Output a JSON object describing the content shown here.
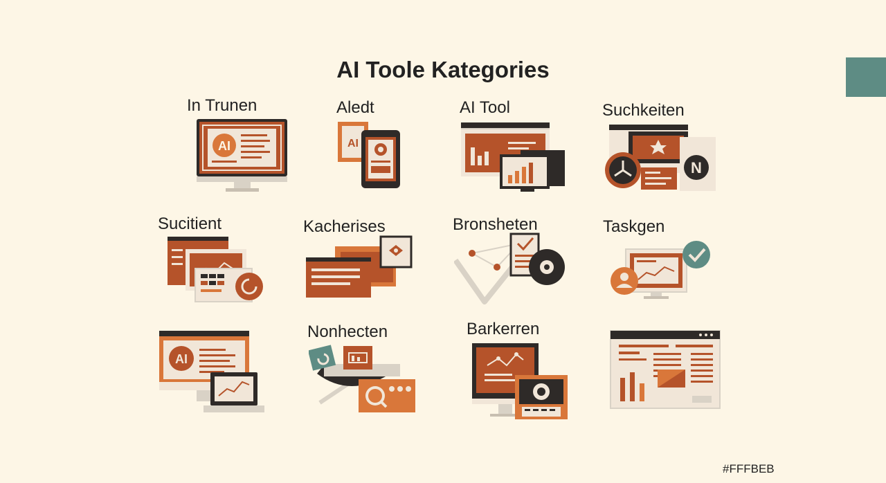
{
  "title": "AI Toole Kategories",
  "hex_label": "#FFFBEB",
  "colors": {
    "background": "#FDF6E6",
    "accent": "#B5532A",
    "accent_light": "#D9773A",
    "dark": "#2E2A28",
    "teal": "#5E8C84",
    "pale": "#F1E6D8"
  },
  "categories": [
    {
      "label": "In Trunen",
      "icon": "monitor-ai-icon"
    },
    {
      "label": "Aledt",
      "icon": "phone-alert-icon"
    },
    {
      "label": "AI Tool",
      "icon": "browser-bar-chart-icon"
    },
    {
      "label": "Suchkeiten",
      "icon": "windows-search-icon"
    },
    {
      "label": "Sucitient",
      "icon": "stacked-windows-icon"
    },
    {
      "label": "Kacherises",
      "icon": "cards-dashboard-icon"
    },
    {
      "label": "Bronsheten",
      "icon": "network-check-icon"
    },
    {
      "label": "Taskgen",
      "icon": "monitor-task-check-icon"
    },
    {
      "label": "",
      "icon": "monitor-laptop-ai-icon"
    },
    {
      "label": "Nonhecten",
      "icon": "magnify-cards-icon"
    },
    {
      "label": "Barkerren",
      "icon": "monitor-tablet-icon"
    },
    {
      "label": "",
      "icon": "browser-dashboard-icon"
    }
  ]
}
